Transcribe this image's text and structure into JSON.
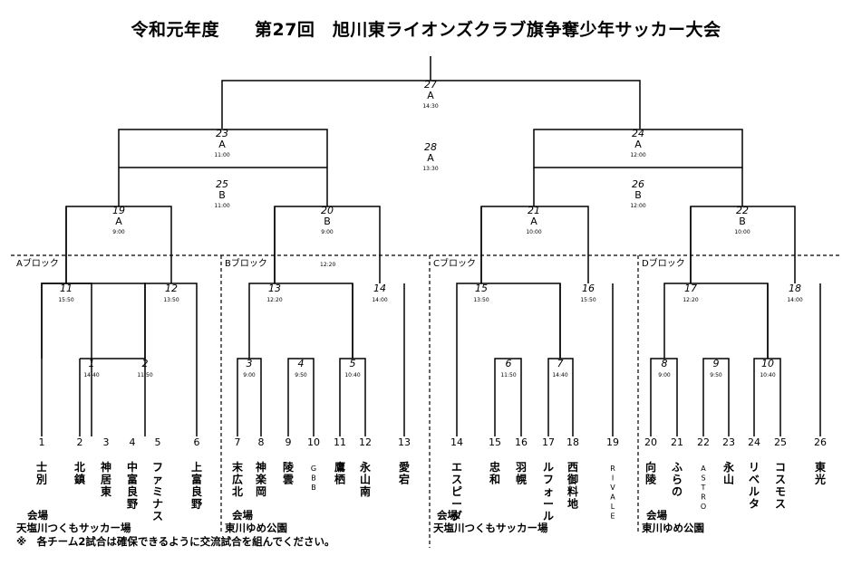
{
  "title": "令和元年度　　第27回　旭川東ライオンズクラブ旗争奪少年サッカー大会",
  "blocks": [
    "Aブロック",
    "Bブロック",
    "Cブロック",
    "Dブロック"
  ],
  "matches": [
    {
      "no": "27",
      "court": "A",
      "time": "14:30"
    },
    {
      "no": "23",
      "court": "A",
      "time": "11:00"
    },
    {
      "no": "24",
      "court": "A",
      "time": "12:00"
    },
    {
      "no": "28",
      "court": "A",
      "time": "13:30"
    },
    {
      "no": "25",
      "court": "B",
      "time": "11:00"
    },
    {
      "no": "26",
      "court": "B",
      "time": "12:00"
    },
    {
      "no": "19",
      "court": "A",
      "time": "9:00"
    },
    {
      "no": "20",
      "court": "B",
      "time": "9:00"
    },
    {
      "no": "21",
      "court": "A",
      "time": "10:00"
    },
    {
      "no": "22",
      "court": "B",
      "time": "10:00"
    },
    {
      "no": "11",
      "court": "",
      "time": "15:50"
    },
    {
      "no": "12",
      "court": "",
      "time": "13:50"
    },
    {
      "no": "13",
      "court": "",
      "time": "12:20"
    },
    {
      "no": "14",
      "court": "",
      "time": "14:00"
    },
    {
      "no": "15",
      "court": "",
      "time": "13:50"
    },
    {
      "no": "16",
      "court": "",
      "time": "15:50"
    },
    {
      "no": "17",
      "court": "",
      "time": "12:20"
    },
    {
      "no": "18",
      "court": "",
      "time": "14:00"
    },
    {
      "no": "1",
      "court": "",
      "time": "14:40"
    },
    {
      "no": "2",
      "court": "",
      "time": "11:50"
    },
    {
      "no": "3",
      "court": "",
      "time": "9:00"
    },
    {
      "no": "4",
      "court": "",
      "time": "9:50"
    },
    {
      "no": "5",
      "court": "",
      "time": "10:40"
    },
    {
      "no": "6",
      "court": "",
      "time": "11:50"
    },
    {
      "no": "7",
      "court": "",
      "time": "14:40"
    },
    {
      "no": "8",
      "court": "",
      "time": "9:00"
    },
    {
      "no": "9",
      "court": "",
      "time": "9:50"
    },
    {
      "no": "10",
      "court": "",
      "time": "10:40"
    }
  ],
  "extra_time": "12:20",
  "teams": [
    {
      "no": "1",
      "name": "士別"
    },
    {
      "no": "2",
      "name": "北鎮"
    },
    {
      "no": "3",
      "name": "神居東"
    },
    {
      "no": "4",
      "name": "中富良野"
    },
    {
      "no": "5",
      "name": "ファミナス"
    },
    {
      "no": "6",
      "name": "上富良野"
    },
    {
      "no": "7",
      "name": "末広北"
    },
    {
      "no": "8",
      "name": "神楽岡"
    },
    {
      "no": "9",
      "name": "陵雲"
    },
    {
      "no": "10",
      "name": "GBB"
    },
    {
      "no": "11",
      "name": "鷹栖"
    },
    {
      "no": "12",
      "name": "永山南"
    },
    {
      "no": "13",
      "name": "愛宕"
    },
    {
      "no": "14",
      "name": "エスピーダ"
    },
    {
      "no": "15",
      "name": "忠和"
    },
    {
      "no": "16",
      "name": "羽幌"
    },
    {
      "no": "17",
      "name": "ルフォール"
    },
    {
      "no": "18",
      "name": "西御料地"
    },
    {
      "no": "19",
      "name": "RIVALE"
    },
    {
      "no": "20",
      "name": "向陵"
    },
    {
      "no": "21",
      "name": "ふらの"
    },
    {
      "no": "22",
      "name": "ASTRO"
    },
    {
      "no": "23",
      "name": "永山"
    },
    {
      "no": "24",
      "name": "リベルタ"
    },
    {
      "no": "25",
      "name": "コスモス"
    },
    {
      "no": "26",
      "name": "東光"
    }
  ],
  "venues": [
    {
      "label": "会場",
      "place": "天塩川つくもサッカー場"
    },
    {
      "label": "会場",
      "place": "東川ゆめ公園"
    },
    {
      "label": "会場",
      "place": "天塩川つくもサッカー場"
    },
    {
      "label": "会場",
      "place": "東川ゆめ公園"
    }
  ],
  "note": "※　各チーム2試合は確保できるように交流試合を組んでください。"
}
